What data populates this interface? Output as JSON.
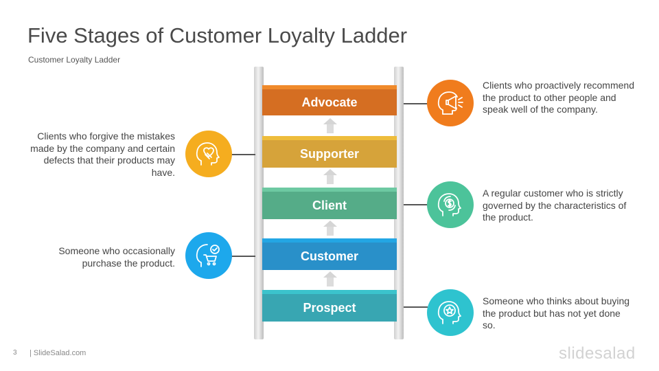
{
  "title": "Five Stages of Customer Loyalty Ladder",
  "subtitle": "Customer  Loyalty Ladder",
  "rungs": [
    {
      "label": "Advocate",
      "top_color": "#f08a2b",
      "face_color": "#d56e22"
    },
    {
      "label": "Supporter",
      "top_color": "#eebd3c",
      "face_color": "#d6a33a"
    },
    {
      "label": "Client",
      "top_color": "#6dc9a2",
      "face_color": "#55ac88"
    },
    {
      "label": "Customer",
      "top_color": "#23a6e4",
      "face_color": "#2990c9"
    },
    {
      "label": "Prospect",
      "top_color": "#3bc3cc",
      "face_color": "#38a6b2"
    }
  ],
  "descriptions": {
    "advocate": "Clients who proactively recommend the product to other people and speak well of the company.",
    "supporter": "Clients who forgive the mistakes made by the company and certain defects that their products may have.",
    "client": "A regular customer who is strictly governed by the characteristics of the product.",
    "customer": "Someone who occasionally purchase the product.",
    "prospect": "Someone who thinks about buying the product but has not yet done so."
  },
  "icons": {
    "advocate": {
      "name": "megaphone-head-icon",
      "color": "#f07c1d"
    },
    "supporter": {
      "name": "heart-hand-head-icon",
      "color": "#f5ad1f"
    },
    "client": {
      "name": "dollar-cycle-head-icon",
      "color": "#4cc39a"
    },
    "customer": {
      "name": "cart-check-head-icon",
      "color": "#1da8ec"
    },
    "prospect": {
      "name": "star-target-head-icon",
      "color": "#2ec3cf"
    }
  },
  "footer": {
    "page_number": "3",
    "source": "| SlideSalad.com",
    "logo": "slidesalad"
  }
}
